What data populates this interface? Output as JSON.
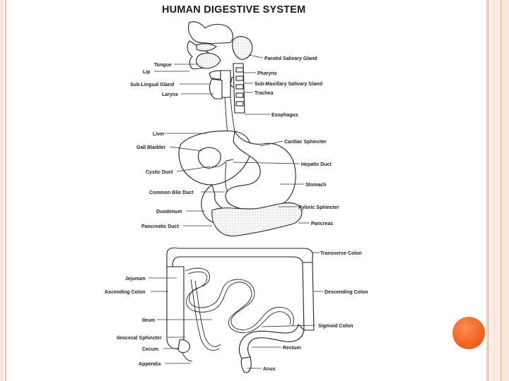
{
  "title": "HUMAN DIGESTIVE SYSTEM",
  "labels_left": {
    "tongue": "Tongue",
    "lip": "Lip",
    "sublingual_gland": "Sub-Lingual Gland",
    "larynx": "Larynx",
    "liver": "Liver",
    "gall_bladder": "Gall Bladder",
    "cystic_duct": "Cystic Duct",
    "common_bile_duct": "Common Bile Duct",
    "duodenum": "Duodenum",
    "pancreatic_duct": "Pancreatic Duct",
    "jejunum": "Jejunum",
    "ascending_colon": "Ascending Colon",
    "ileum": "Ileum",
    "ileocecal_sphincter": "Ileocecal Sphincter",
    "cecum": "Cecum",
    "appendix": "Appendix"
  },
  "labels_right": {
    "parotid_gland": "Parotid Salivary Gland",
    "pharynx": "Pharynx",
    "submaxillary_gland": "Sub-Maxillary Salivary Gland",
    "trachea": "Trachea",
    "esophagus": "Esophagus",
    "cardiac_sphincter": "Cardiac Sphincter",
    "hepatic_duct": "Hepatic Duct",
    "stomach": "Stomach",
    "pyloric_sphincter": "Pyloric Sphincter",
    "pancreas": "Pancreas",
    "transverse_colon": "Transverse Colon",
    "descending_colon": "Descending Colon",
    "sigmoid_colon": "Sigmoid Colon",
    "rectum": "Rectum",
    "anus": "Anus"
  },
  "colors": {
    "accent_dot": "#f0641f",
    "border": "#f3c3ad"
  }
}
